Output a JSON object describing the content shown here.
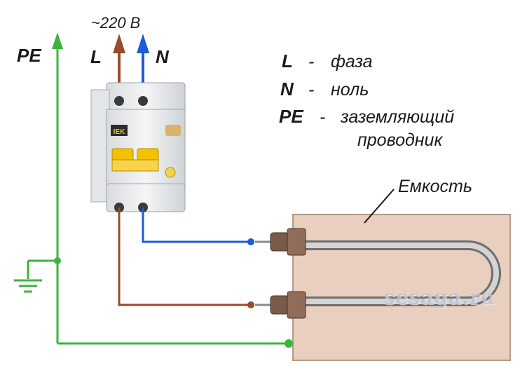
{
  "supply": {
    "voltage": "~220 В"
  },
  "terminals": {
    "pe": "PE",
    "l": "L",
    "n": "N"
  },
  "breaker": {
    "brand": "IEK"
  },
  "legend": {
    "l_key": "L",
    "l_dash": "-",
    "l_text": "фаза",
    "n_key": "N",
    "n_dash": "-",
    "n_text": "ноль",
    "pe_key": "PE",
    "pe_dash": "-",
    "pe_text_1": "заземляющий",
    "pe_text_2": "проводник"
  },
  "tank": {
    "label": "Емкость"
  },
  "watermark": "sesaga.ru",
  "colors": {
    "phase": "#9a4a2a",
    "neutral": "#1e5bd6",
    "ground": "#3cb43c",
    "tank": "#e8cfc0",
    "breaker_handle": "#f2c200"
  },
  "icons": [
    "ground-symbol-icon",
    "heating-element-icon",
    "arrow-up-icon"
  ]
}
